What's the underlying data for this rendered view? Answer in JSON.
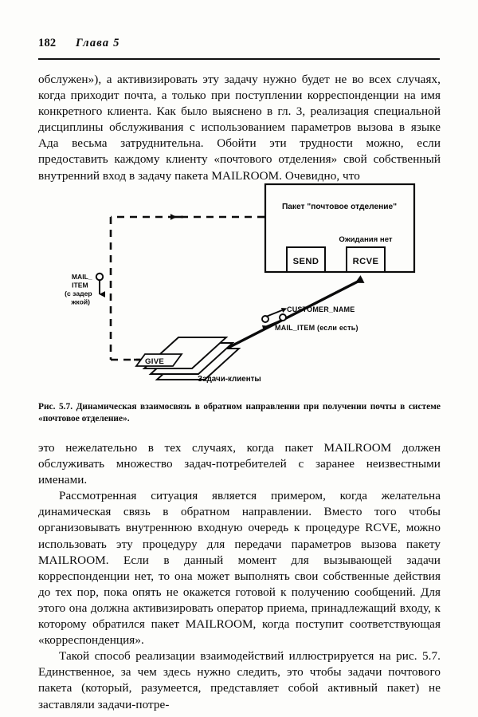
{
  "page": {
    "folio": "182",
    "chapter": "Глава 5"
  },
  "body_top": {
    "paragraphs": [
      "обслужен»), а активизировать эту задачу нужно будет не во всех случаях, когда приходит почта, а только при поступлении корреспонденции на имя конкретного клиента. Как было выяснено в гл. 3, реализация специальной дисциплины обслуживания с использованием параметров вызова в языке Ада весьма затруднительна. Обойти эти трудности можно, если предоставить каждому клиенту «почтового отделения» свой собственный внутренний вход в задачу пакета MAILROOM. Очевидно, что"
    ]
  },
  "figure": {
    "package_title": "Пакет \"почтовое отделение\"",
    "wait_label": "Ожидания нет",
    "send_box": "SEND",
    "rcve_box": "RCVE",
    "entry_port": {
      "line1": "MAIL_",
      "line2": "ITEM",
      "line3": "(с задер",
      "line4": "жкой)"
    },
    "signal_out": "CUSTOMER_NAME",
    "signal_in": "MAIL_ITEM  (если есть)",
    "give_entry": "GIVE",
    "client_tasks": "Задачи-клиенты"
  },
  "caption": {
    "text": "Рис. 5.7. Динамическая взаимосвязь в обратном направлении при получении почты в системе «почтовое отделение»."
  },
  "body_bottom": {
    "paragraphs": [
      "это нежелательно в тех случаях, когда пакет MAILROOM должен обслуживать множество задач-потребителей с заранее неизвестными именами.",
      "Рассмотренная ситуация является примером, когда желательна динамическая связь в обратном направлении. Вместо того чтобы организовывать внутреннюю входную очередь к процедуре RCVE, можно использовать эту процедуру для передачи параметров вызова пакету MAILROOM. Если в данный момент для вызывающей задачи корреспонденции нет, то она может выполнять свои собственные действия до тех пор, пока опять не окажется готовой к получению сообщений. Для этого она должна активизировать оператор приема, принадлежащий входу, к которому обратился пакет MAILROOM, когда поступит соответствующая «корреспонденция».",
      "Такой способ реализации взаимодействий иллюстрируется на рис. 5.7. Единственное, за чем здесь нужно следить, это чтобы задачи почтового пакета (который, разумеется, представляет собой активный пакет) не заставляли задачи-потре-"
    ]
  }
}
